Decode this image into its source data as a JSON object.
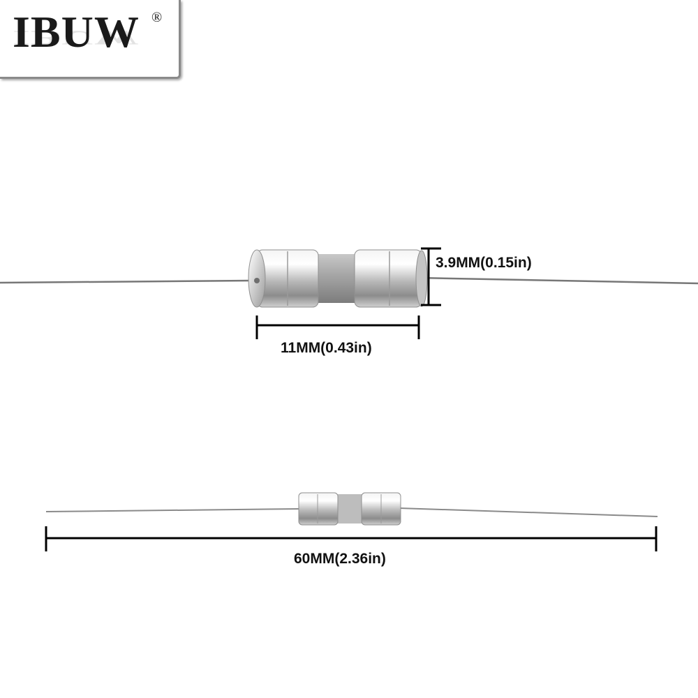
{
  "brand": {
    "name": "IBUW",
    "registered_mark": "®"
  },
  "dimensions": {
    "diameter": "3.9MM(0.15in)",
    "body_length": "11MM(0.43in)",
    "total_length": "60MM(2.36in)"
  },
  "colors": {
    "metal_cap": "#cfcfcf",
    "ceramic_body": "#9c9c9c",
    "lead_wire": "#777777",
    "dimension_line": "#000000"
  }
}
